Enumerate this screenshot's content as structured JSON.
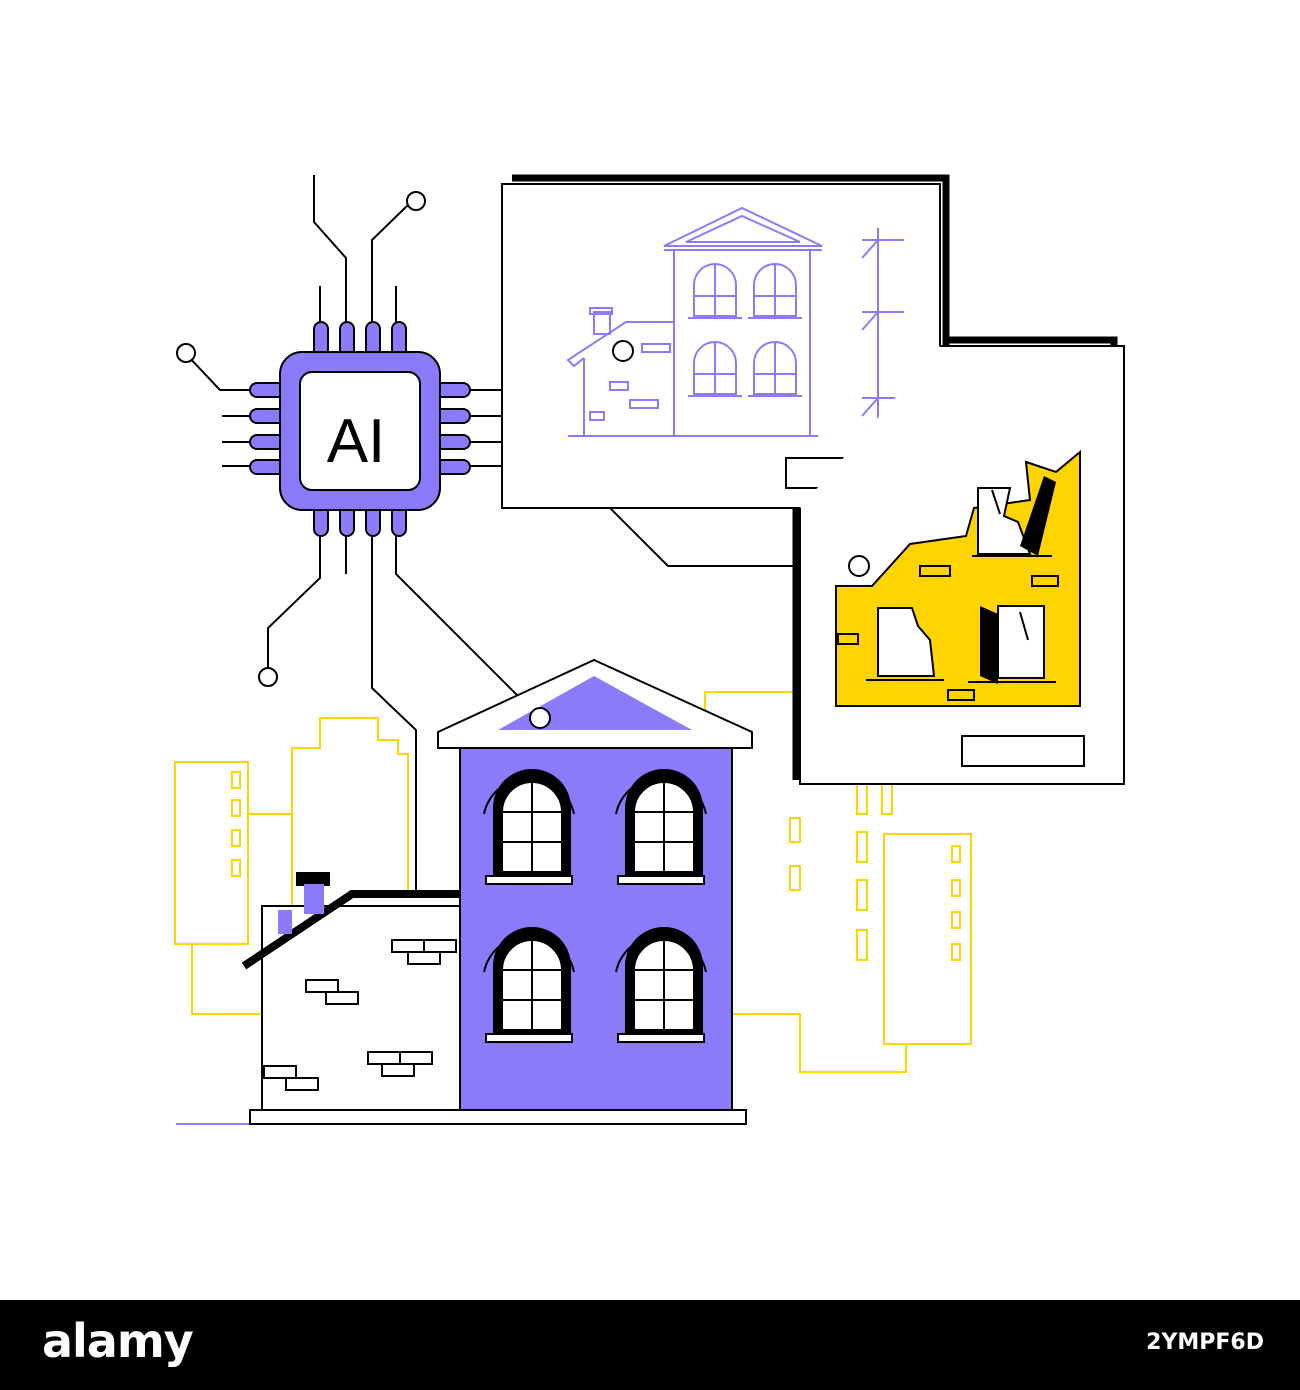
{
  "chip": {
    "label": "AI"
  },
  "footer": {
    "logo": "alamy",
    "image_id": "2YMPF6D"
  },
  "colors": {
    "purple": "#8B7BFB",
    "yellow": "#FFD400",
    "black": "#000000",
    "white": "#FFFFFF"
  }
}
